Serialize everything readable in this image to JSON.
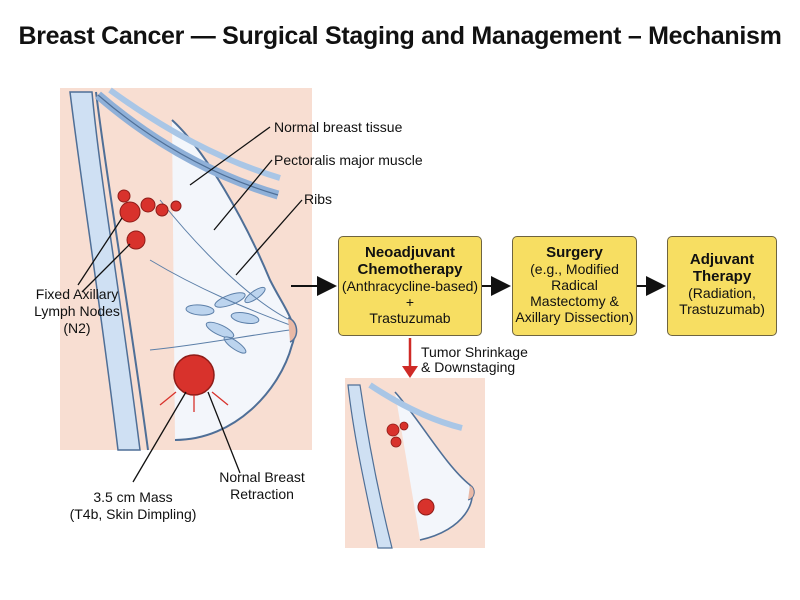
{
  "title": "Breast Cancer — Surgical Staging and Management – Mechanism",
  "labels": {
    "normal_tissue": "Normal breast tissue",
    "pectoralis": "Pectoralis major muscle",
    "ribs": "Ribs",
    "lymph_nodes": "Fixed Axillary\nLymph Nodes\n(N2)",
    "mass": "3.5 cm Mass\n(T4b, Skin Dimpling)",
    "retraction": "Nornal Breast\nRetraction",
    "shrinkage": "Tumor Shrinkage\n& Downstaging"
  },
  "steps": [
    {
      "title": "Neoadjuvant\nChemotherapy",
      "detail": "(Anthracycline-based)\n+\nTrastuzumab"
    },
    {
      "title": "Surgery",
      "detail": "(e.g., Modified\nRadical\nMastectomy &\nAxillary Dissection)"
    },
    {
      "title": "Adjuvant\nTherapy",
      "detail": "(Radiation,\nTrastuzumab)"
    }
  ],
  "colors": {
    "box_fill": "#f7de62",
    "skin": "#f8ded2",
    "vessel": "#a9c6e6",
    "tumor": "#d8322c",
    "arrow_red": "#cf2a26"
  }
}
